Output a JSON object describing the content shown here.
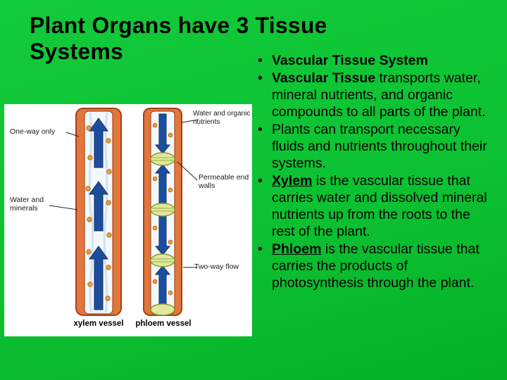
{
  "slide": {
    "title_line1": "Plant Organs have 3 Tissue",
    "title_line2": "Systems"
  },
  "bullets": [
    {
      "lead": "Vascular Tissue System",
      "rest": ""
    },
    {
      "lead": "Vascular Tissue",
      "rest": " transports water, mineral nutrients, and organic compounds to all parts of the plant."
    },
    {
      "lead": "",
      "rest": "Plants can transport necessary fluids and nutrients throughout their systems."
    },
    {
      "lead": "Xylem",
      "rest": " is the vascular tissue that carries water and dissolved mineral nutrients up from the roots to the rest of the plant."
    },
    {
      "lead": "Phloem",
      "rest": " is the vascular tissue that carries the products of photosynthesis through the plant."
    }
  ],
  "diagram": {
    "labels": {
      "water_organic": "Water and organic nutrients",
      "one_way": "One-way only",
      "water_minerals": "Water and minerals",
      "permeable": "Permeable end walls",
      "two_way": "Two-way flow",
      "xylem_caption": "xylem vessel",
      "phloem_caption": "phloem vessel"
    },
    "colors": {
      "background_green": "#0CC232",
      "vessel_wall": "#E2763F",
      "vessel_wall_outline": "#A04514",
      "arrow_blue": "#1D4E9E",
      "dot_orange": "#EF9D3E",
      "sieve_plate": "#DFE89C",
      "sieve_plate_outline": "#88972F"
    }
  }
}
